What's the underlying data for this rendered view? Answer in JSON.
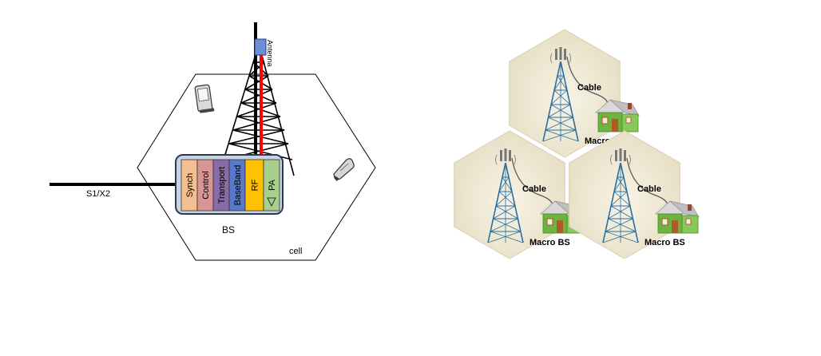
{
  "left_diagram": {
    "antenna_label": "Antenna",
    "backhaul_label": "S1/X2",
    "bs_label": "BS",
    "cell_label": "cell",
    "modules": [
      {
        "label": "Synch",
        "color": "#f5c08f"
      },
      {
        "label": "Control",
        "color": "#d99494"
      },
      {
        "label": "Transport",
        "color": "#8a6aa8"
      },
      {
        "label": "BaseBand",
        "color": "#5a78c8"
      },
      {
        "label": "RF",
        "color": "#ffc000"
      },
      {
        "label": "PA",
        "color": "#a8d08d"
      }
    ],
    "feeder_color": "#ff0000"
  },
  "right_diagram": {
    "cells": [
      {
        "cable_label": "Cable",
        "bs_label": "Macro BS"
      },
      {
        "cable_label": "Cable",
        "bs_label": "Macro BS"
      },
      {
        "cable_label": "Cable",
        "bs_label": "Macro BS"
      }
    ],
    "hex_fill": "#ece6cf",
    "tower_color": "#2a6fa0",
    "house_wall": "#7bbd45",
    "house_roof": "#c8c8c8"
  }
}
